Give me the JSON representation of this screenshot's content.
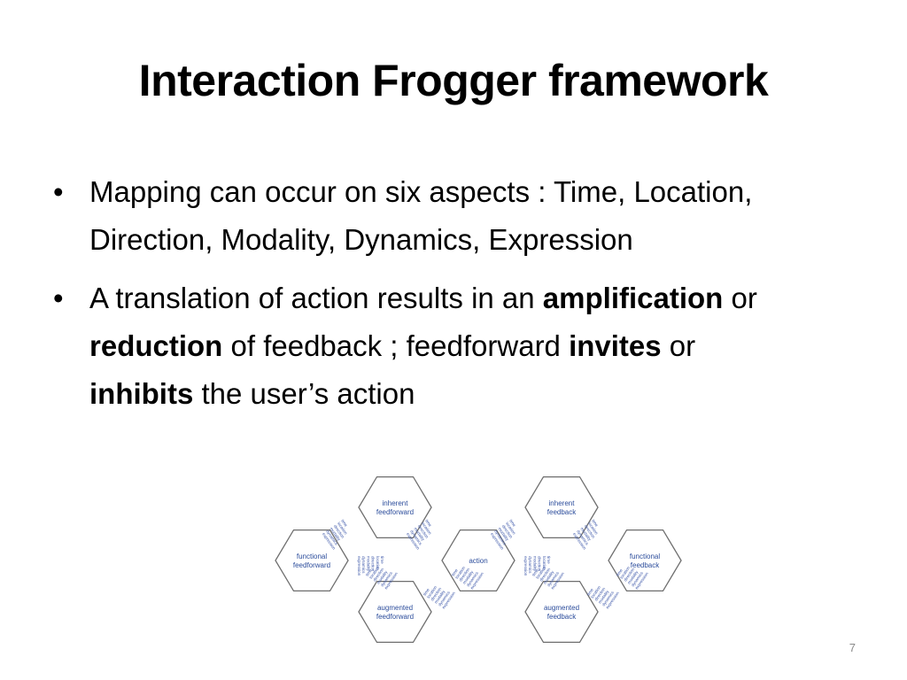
{
  "slide": {
    "title": "Interaction Frogger framework",
    "page_number": "7"
  },
  "bullets": [
    {
      "segments": [
        {
          "text": "Mapping can occur on six aspects : Time, Location, Direction, Modality, Dynamics, Expression",
          "bold": false
        }
      ]
    },
    {
      "segments": [
        {
          "text": "A translation of action results in an ",
          "bold": false
        },
        {
          "text": "amplification",
          "bold": true
        },
        {
          "text": " or ",
          "bold": false
        },
        {
          "text": "reduction",
          "bold": true
        },
        {
          "text": " of feedback ; feedforward ",
          "bold": false
        },
        {
          "text": "invites",
          "bold": true
        },
        {
          "text": " or ",
          "bold": false
        },
        {
          "text": "inhibits",
          "bold": true
        },
        {
          "text": " the user’s action",
          "bold": false
        }
      ]
    }
  ],
  "diagram": {
    "hexagons": {
      "inherent_feedforward": [
        "inherent",
        "feedforward"
      ],
      "inherent_feedback": [
        "inherent",
        "feedback"
      ],
      "functional_feedforward": [
        "functional",
        "feedforward"
      ],
      "action": [
        "action"
      ],
      "functional_feedback": [
        "functional",
        "feedback"
      ],
      "augmented_feedforward": [
        "augmented",
        "feedforward"
      ],
      "augmented_feedback": [
        "augmented",
        "feedback"
      ]
    },
    "aspects": [
      "time",
      "location",
      "direction",
      "modality",
      "dynamics",
      "expression"
    ]
  },
  "colors": {
    "hex_stroke": "#6e6e6e",
    "label_blue": "#2b4c9b"
  }
}
